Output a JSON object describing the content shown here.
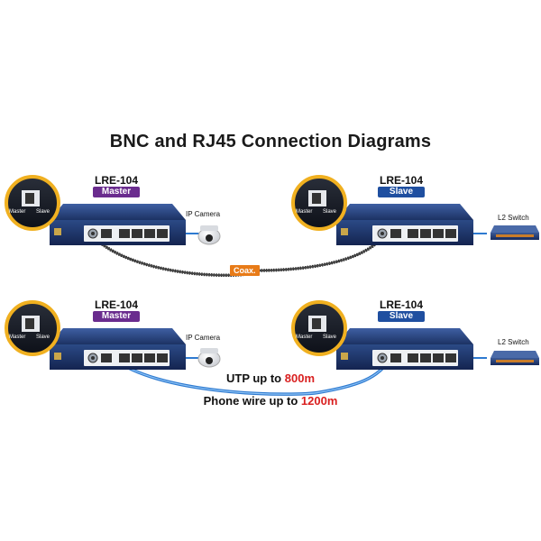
{
  "title": "BNC and RJ45 Connection Diagrams",
  "top": {
    "left_model": "LRE-104",
    "left_role": "Master",
    "right_model": "LRE-104",
    "right_role": "Slave",
    "camera_label": "IP Camera",
    "switch_label": "L2 Switch",
    "cable_label": "Coax."
  },
  "bottom": {
    "left_model": "LRE-104",
    "left_role": "Master",
    "right_model": "LRE-104",
    "right_role": "Slave",
    "camera_label": "IP Camera",
    "switch_label": "L2 Switch",
    "utp_prefix": "UTP up to ",
    "utp_distance": "800m",
    "phone_prefix": "Phone wire up to ",
    "phone_distance": "1200m"
  },
  "dip_switch": {
    "master_label": "Master",
    "slave_label": "Slave"
  },
  "colors": {
    "device_body": "#1c3263",
    "device_face": "#eef0f3",
    "badge_master": "#6a2c8e",
    "badge_slave": "#1f4fa0",
    "coax_tag": "#e87b18",
    "highlight": "#d92020",
    "zoom_ring": "#f0b020",
    "phone_cable": "#2e7ad0"
  }
}
